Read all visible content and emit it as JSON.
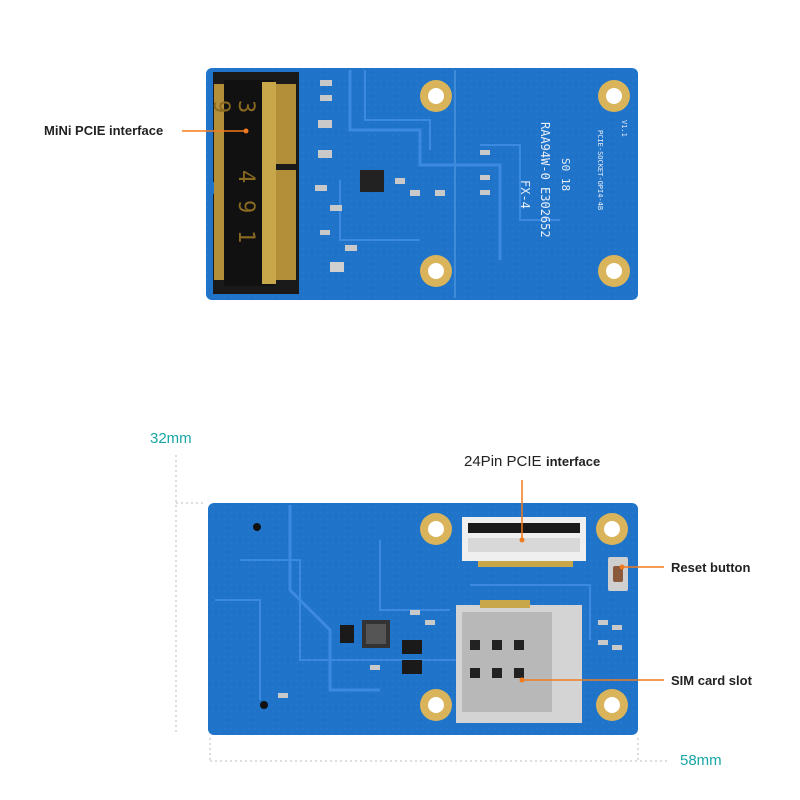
{
  "callouts": {
    "mini_pcie": "MiNi PCIE interface",
    "pcie_24pin_main": "24Pin PCIE",
    "pcie_24pin_suffix": "interface",
    "reset_button": "Reset button",
    "sim_slot": "SIM card slot"
  },
  "dimensions": {
    "height": "32mm",
    "width": "58mm"
  },
  "board_top": {
    "connector_digits": [
      "9",
      "3",
      "4",
      "9",
      "1"
    ],
    "silkscreen_part": "RAA94W-0 E302652",
    "silkscreen_model": "FX-4",
    "silkscreen_code": "S0 18",
    "silkscreen_board": "PCIE-SOCKET-OPI4-4B",
    "silkscreen_ver": "V1.1"
  },
  "colors": {
    "pcb_blue": "#1f73c9",
    "pad_gold": "#d9b45a",
    "leader_orange": "#f07a1e",
    "dimension_teal": "#1aa6a6"
  }
}
